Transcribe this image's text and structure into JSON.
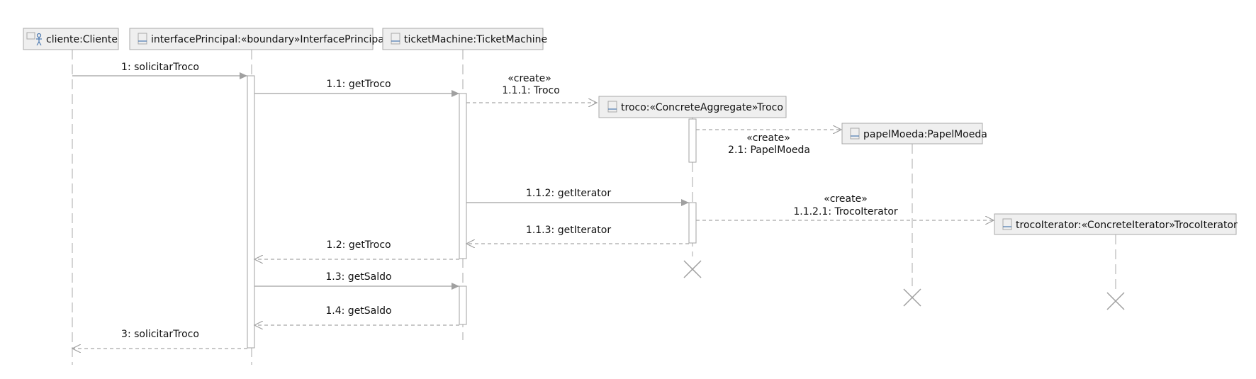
{
  "lifelines": [
    {
      "id": "cliente",
      "label": "cliente:Cliente",
      "icon": "actor-icon"
    },
    {
      "id": "interface",
      "label": "interfacePrincipal:«boundary»InterfacePrincipal",
      "icon": "class-icon"
    },
    {
      "id": "ticket",
      "label": "ticketMachine:TicketMachine",
      "icon": "class-icon"
    },
    {
      "id": "troco",
      "label": "troco:«ConcreteAggregate»Troco",
      "icon": "class-icon"
    },
    {
      "id": "papel",
      "label": "papelMoeda:PapelMoeda",
      "icon": "class-icon"
    },
    {
      "id": "iterator",
      "label": "trocoIterator:«ConcreteIterator»TrocoIterator",
      "icon": "class-icon"
    }
  ],
  "messages": [
    {
      "id": "m1",
      "label": "1: solicitarTroco",
      "kind": "sync"
    },
    {
      "id": "m11",
      "label": "1.1: getTroco",
      "kind": "sync"
    },
    {
      "id": "m111",
      "stereotype": "«create»",
      "label": "1.1.1: Troco",
      "kind": "create"
    },
    {
      "id": "m21",
      "stereotype": "«create»",
      "label": "2.1: PapelMoeda",
      "kind": "create"
    },
    {
      "id": "m112",
      "label": "1.1.2: getIterator",
      "kind": "sync"
    },
    {
      "id": "m1121",
      "stereotype": "«create»",
      "label": "1.1.2.1: TrocoIterator",
      "kind": "create"
    },
    {
      "id": "m113",
      "label": "1.1.3: getIterator",
      "kind": "reply"
    },
    {
      "id": "m12",
      "label": "1.2: getTroco",
      "kind": "reply"
    },
    {
      "id": "m13",
      "label": "1.3: getSaldo",
      "kind": "sync"
    },
    {
      "id": "m14",
      "label": "1.4: getSaldo",
      "kind": "reply"
    },
    {
      "id": "m3",
      "label": "3: solicitarTroco",
      "kind": "reply"
    }
  ],
  "colors": {
    "line": "#a9a9a9",
    "box_fill": "#efefef",
    "icon": "#4a78b0"
  }
}
